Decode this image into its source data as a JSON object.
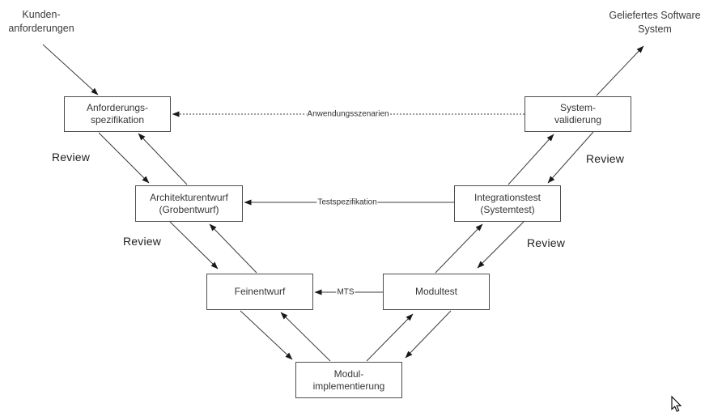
{
  "diagram": {
    "external": {
      "input_label": "Kunden-\nanforderungen",
      "output_label": "Geliefertes Software\nSystem"
    },
    "nodes": {
      "anforderungsspezifikation": {
        "label": "Anforderungs-\nspezifikation"
      },
      "systemvalidierung": {
        "label": "System-\nvalidierung"
      },
      "architekturentwurf": {
        "label": "Architekturentwurf\n(Grobentwurf)"
      },
      "integrationstest": {
        "label": "Integrationstest\n(Systemtest)"
      },
      "feinentwurf": {
        "label": "Feinentwurf"
      },
      "modultest": {
        "label": "Modultest"
      },
      "modulimplementierung": {
        "label": "Modul-\nimplementierung"
      }
    },
    "connectors": {
      "anwendungsszenarien": {
        "label": "Anwendungsszenarien",
        "style": "dotted"
      },
      "testspezifikation": {
        "label": "Testspezifikation",
        "style": "solid"
      },
      "mts": {
        "label": "MTS",
        "style": "solid"
      }
    },
    "review_label": "Review",
    "colors": {
      "line": "#3c3c3c",
      "arrowhead": "#1a1a1a",
      "box_border": "#4d4d4d",
      "text": "#363636",
      "background": "#ffffff"
    }
  }
}
